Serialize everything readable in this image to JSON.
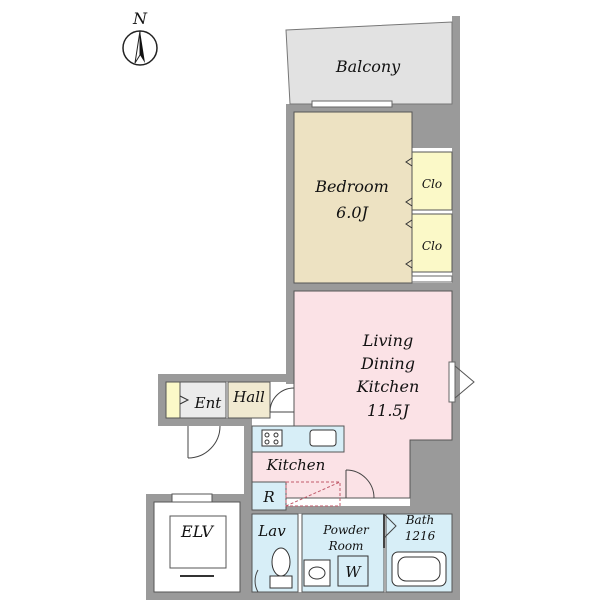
{
  "compass": {
    "label": "N"
  },
  "rooms": {
    "balcony": {
      "name": "Balcony"
    },
    "bedroom": {
      "name": "Bedroom",
      "size": "6.0J"
    },
    "closet_upper": {
      "name": "Clo"
    },
    "closet_lower": {
      "name": "Clo"
    },
    "ldk": {
      "line1": "Living",
      "line2": "Dining",
      "line3": "Kitchen",
      "size": "11.5J"
    },
    "entrance": {
      "name": "Ent"
    },
    "hall": {
      "name": "Hall"
    },
    "kitchen": {
      "name": "Kitchen"
    },
    "refrigerator": {
      "name": "R"
    },
    "elevator": {
      "name": "ELV"
    },
    "lavatory": {
      "name": "Lav"
    },
    "powder_room": {
      "line1": "Powder",
      "line2": "Room"
    },
    "washer": {
      "name": "W"
    },
    "bath": {
      "name": "Bath",
      "size": "1216"
    }
  },
  "colors": {
    "balcony": "#e2e2e2",
    "bedroom": "#ede2c2",
    "closet": "#fbf9c8",
    "ldk": "#fbe2e6",
    "wet_area": "#d7eef7",
    "hall": "#f1ead1",
    "entrance": "#ebebeb",
    "wall": "#9a9a9a"
  }
}
